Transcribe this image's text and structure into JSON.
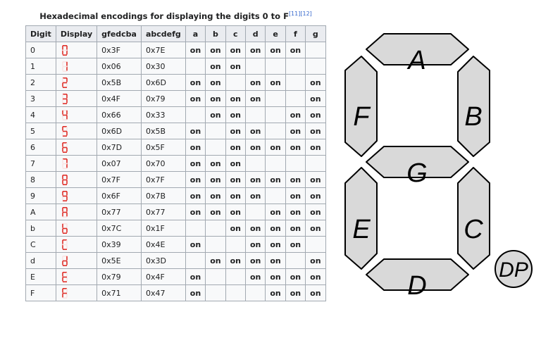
{
  "caption": {
    "text": "Hexadecimal encodings for displaying the digits 0 to F",
    "refs": [
      "[11]",
      "[12]"
    ]
  },
  "table": {
    "headers": [
      "Digit",
      "Display",
      "gfedcba",
      "abcdefg",
      "a",
      "b",
      "c",
      "d",
      "e",
      "f",
      "g"
    ],
    "on_label": "on",
    "display_color": "#e0302a",
    "display_off_color": "#fbe4e3",
    "rows": [
      {
        "digit": "0",
        "gfedcba": "0x3F",
        "abcdefg": "0x7E",
        "segs": [
          1,
          1,
          1,
          1,
          1,
          1,
          0
        ]
      },
      {
        "digit": "1",
        "gfedcba": "0x06",
        "abcdefg": "0x30",
        "segs": [
          0,
          1,
          1,
          0,
          0,
          0,
          0
        ]
      },
      {
        "digit": "2",
        "gfedcba": "0x5B",
        "abcdefg": "0x6D",
        "segs": [
          1,
          1,
          0,
          1,
          1,
          0,
          1
        ]
      },
      {
        "digit": "3",
        "gfedcba": "0x4F",
        "abcdefg": "0x79",
        "segs": [
          1,
          1,
          1,
          1,
          0,
          0,
          1
        ]
      },
      {
        "digit": "4",
        "gfedcba": "0x66",
        "abcdefg": "0x33",
        "segs": [
          0,
          1,
          1,
          0,
          0,
          1,
          1
        ]
      },
      {
        "digit": "5",
        "gfedcba": "0x6D",
        "abcdefg": "0x5B",
        "segs": [
          1,
          0,
          1,
          1,
          0,
          1,
          1
        ]
      },
      {
        "digit": "6",
        "gfedcba": "0x7D",
        "abcdefg": "0x5F",
        "segs": [
          1,
          0,
          1,
          1,
          1,
          1,
          1
        ]
      },
      {
        "digit": "7",
        "gfedcba": "0x07",
        "abcdefg": "0x70",
        "segs": [
          1,
          1,
          1,
          0,
          0,
          0,
          0
        ]
      },
      {
        "digit": "8",
        "gfedcba": "0x7F",
        "abcdefg": "0x7F",
        "segs": [
          1,
          1,
          1,
          1,
          1,
          1,
          1
        ]
      },
      {
        "digit": "9",
        "gfedcba": "0x6F",
        "abcdefg": "0x7B",
        "segs": [
          1,
          1,
          1,
          1,
          0,
          1,
          1
        ]
      },
      {
        "digit": "A",
        "gfedcba": "0x77",
        "abcdefg": "0x77",
        "segs": [
          1,
          1,
          1,
          0,
          1,
          1,
          1
        ]
      },
      {
        "digit": "b",
        "gfedcba": "0x7C",
        "abcdefg": "0x1F",
        "segs": [
          0,
          0,
          1,
          1,
          1,
          1,
          1
        ]
      },
      {
        "digit": "C",
        "gfedcba": "0x39",
        "abcdefg": "0x4E",
        "segs": [
          1,
          0,
          0,
          1,
          1,
          1,
          0
        ]
      },
      {
        "digit": "d",
        "gfedcba": "0x5E",
        "abcdefg": "0x3D",
        "segs": [
          0,
          1,
          1,
          1,
          1,
          0,
          1
        ]
      },
      {
        "digit": "E",
        "gfedcba": "0x79",
        "abcdefg": "0x4F",
        "segs": [
          1,
          0,
          0,
          1,
          1,
          1,
          1
        ]
      },
      {
        "digit": "F",
        "gfedcba": "0x71",
        "abcdefg": "0x47",
        "segs": [
          1,
          0,
          0,
          0,
          1,
          1,
          1
        ]
      }
    ]
  },
  "diagram": {
    "segment_labels": [
      "A",
      "B",
      "C",
      "D",
      "E",
      "F",
      "G"
    ],
    "dp_label": "DP",
    "segment_fill": "#d9d9d9",
    "stroke": "#000000"
  }
}
